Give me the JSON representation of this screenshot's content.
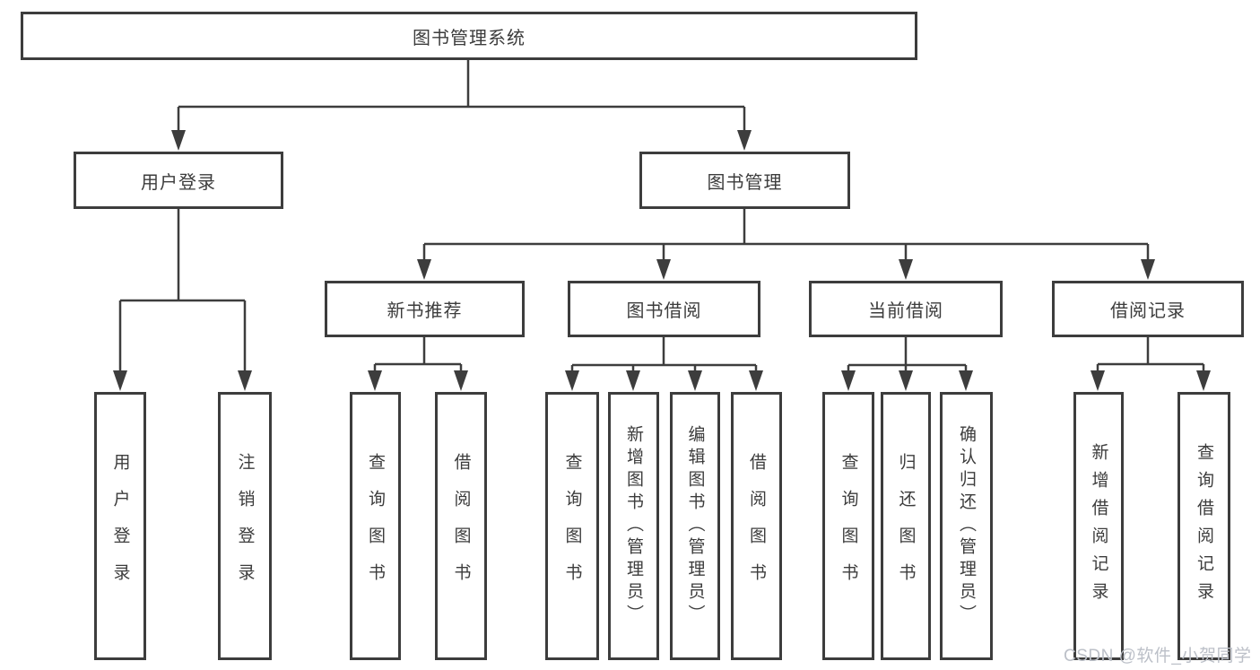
{
  "diagram": {
    "root": {
      "label": "图书管理系统"
    },
    "branches": [
      {
        "label": "用户登录",
        "children": [
          "用户登录",
          "注销登录"
        ]
      },
      {
        "label": "图书管理",
        "groups": [
          {
            "label": "新书推荐",
            "children": [
              "查询图书",
              "借阅图书"
            ]
          },
          {
            "label": "图书借阅",
            "children": [
              "查询图书",
              "新增图书（管理员）",
              "编辑图书（管理员）",
              "借阅图书"
            ]
          },
          {
            "label": "当前借阅",
            "children": [
              "查询图书",
              "归还图书",
              "确认归还（管理员）"
            ]
          },
          {
            "label": "借阅记录",
            "children": [
              "新增借阅记录",
              "查询借阅记录"
            ]
          }
        ]
      }
    ],
    "watermark": "CSDN @软件_小贺同学",
    "colors": {
      "line": "#3d3d3d",
      "text": "#3c3c3c",
      "background": "#ffffff",
      "watermark": "#bcc0c8"
    }
  }
}
